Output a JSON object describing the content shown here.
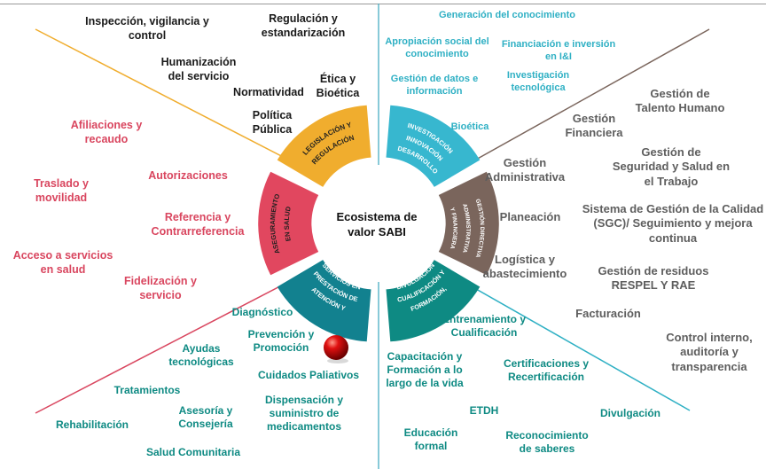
{
  "center": {
    "title_line1": "Ecosistema de",
    "title_line2": "valor SABI"
  },
  "ring_segments": {
    "legislacion": {
      "line1": "LEGISLACIÓN Y",
      "line2": "REGULACIÓN",
      "color": "#f0ad2e"
    },
    "investigacion": {
      "line1": "INVESTIGACIÓN",
      "line2": "INNOVACIÓN",
      "line3": "DESARROLLO",
      "color": "#37b7cf"
    },
    "gestion": {
      "line1": "GESTIÓN DIRECTIVA",
      "line2": "ADMINISTRATIVA",
      "line3": "Y FINANCIERA",
      "color": "#7a655c"
    },
    "formacion": {
      "line1": "FORMACIÓN,",
      "line2": "CUALIFICACIÓN Y",
      "line3": "DIVULGACIÓN",
      "color": "#0e8a83"
    },
    "atencion": {
      "line1": "ATENCIÓN Y",
      "line2": "PRESTACIÓN DE",
      "line3": "SERVICIOS EN",
      "line4": "SALUD",
      "color": "#12818f"
    },
    "aseguramiento": {
      "line1": "ASEGURAMIENTO",
      "line2": "EN SALUD",
      "color": "#e1475f"
    }
  },
  "labels": {
    "inspeccion": "Inspección, vigilancia y control",
    "regulacion": "Regulación y estandarización",
    "humanizacion": "Humanización del servicio",
    "etica": "Ética y Bioética",
    "normatividad": "Normatividad",
    "politica": "Política Pública",
    "generacion": "Generación del conocimiento",
    "apropiacion": "Apropiación social del conocimiento",
    "financiacion": "Financiación e inversión en I&I",
    "gestion_datos": "Gestión de datos e información",
    "investigacion_tec": "Investigación tecnológica",
    "bioetica": "Bioética",
    "talento": "Gestión de Talento Humano",
    "financiera": "Gestión Financiera",
    "seguridad": "Gestión de Seguridad y Salud en el Trabajo",
    "administrativa": "Gestión Administrativa",
    "sgc": "Sistema de Gestión de la Calidad (SGC)/ Seguimiento y mejora continua",
    "planeacion": "Planeación",
    "logistica": "Logística y abastecimiento",
    "residuos": "Gestión de residuos RESPEL Y RAE",
    "facturacion": "Facturación",
    "control_interno": "Control interno, auditoría y transparencia",
    "afiliaciones": "Afiliaciones y recaudo",
    "autorizaciones": "Autorizaciones",
    "traslado": "Traslado y movilidad",
    "referencia": "Referencia y Contrarreferencia",
    "acceso": "Acceso a servicios en salud",
    "fidelizacion": "Fidelización y servicio",
    "diagnostico": "Diagnóstico",
    "prevencion": "Prevención y Promoción",
    "ayudas": "Ayudas tecnológicas",
    "cuidados": "Cuidados Paliativos",
    "tratamientos": "Tratamientos",
    "asesoria": "Asesoría y Consejería",
    "dispensacion": "Dispensación y suministro de medicamentos",
    "rehabilitacion": "Rehabilitación",
    "salud_comunitaria": "Salud Comunitaria",
    "entrenamiento": "Entrenamiento y Cualificación",
    "capacitacion": "Capacitación y Formación a lo largo de la vida",
    "certificaciones": "Certificaciones y Recertificación",
    "etdh": "ETDH",
    "divulgacion": "Divulgación",
    "educacion": "Educación formal",
    "reconocimiento": "Reconocimiento de saberes"
  }
}
